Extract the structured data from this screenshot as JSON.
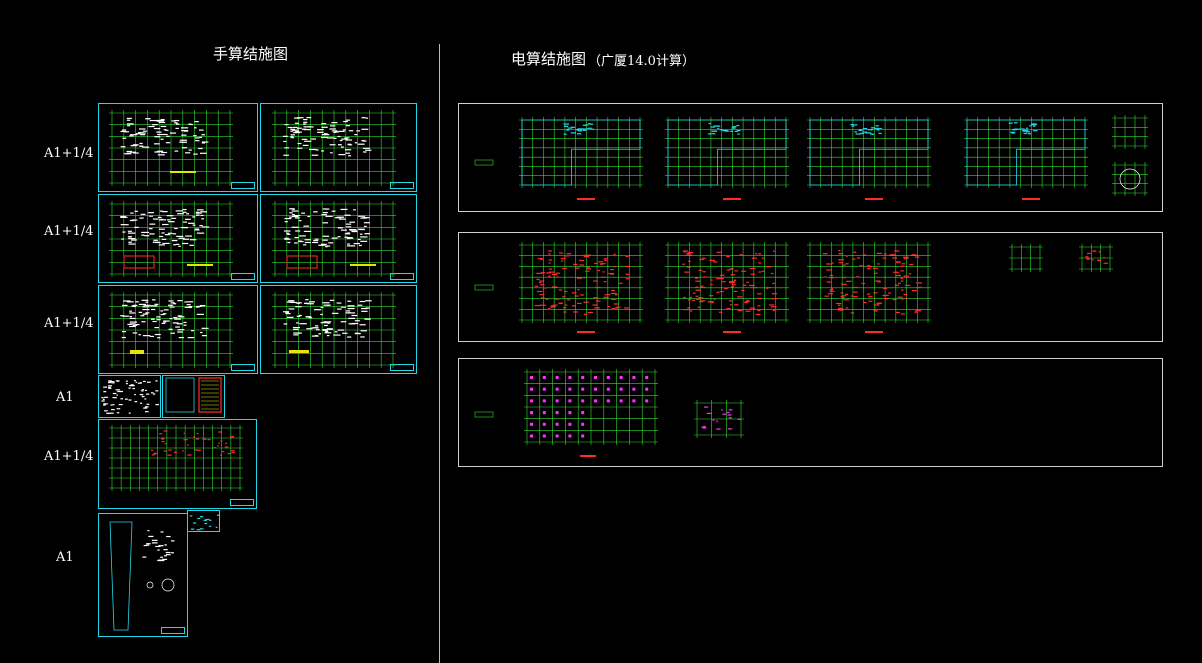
{
  "left_title": "手算结施图",
  "right_title": "电算结施图",
  "right_subtitle": "（广厦14.0计算）",
  "sheet_labels": [
    "A1+1/4",
    "A1+1/4",
    "A1+1/4",
    "A1",
    "A1+1/4",
    "A1"
  ],
  "colors": {
    "background": "#000000",
    "sheet_border": "#22d8e8",
    "panel_border": "#cfcfcf",
    "plan_green": "#33dd33",
    "detail_white": "#ffffff",
    "beam_cyan": "#22d8e8",
    "rebar_red": "#ff2b2b",
    "column_magenta": "#ff33ff",
    "note_yellow": "#e6e600"
  }
}
